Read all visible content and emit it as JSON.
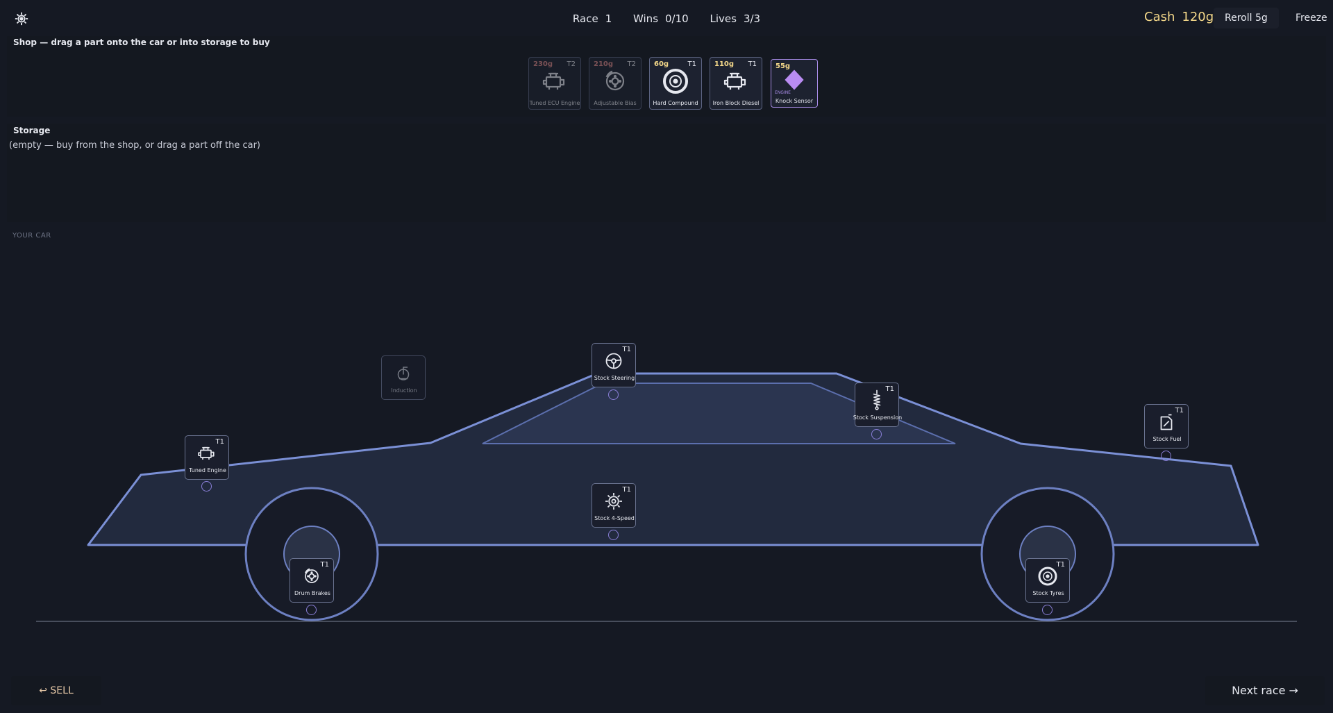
{
  "topbar": {
    "settings_icon": "gear-icon",
    "race_label": "Race",
    "race_value": "1",
    "wins_label": "Wins",
    "wins_value": "0/10",
    "lives_label": "Lives",
    "lives_value": "3/3",
    "cash_label": "Cash",
    "cash_value": "120g",
    "reroll_label": "Reroll 5g",
    "freeze_label": "Freeze"
  },
  "shop": {
    "title": "Shop — drag a part onto the car or into storage to buy",
    "items": [
      {
        "price": "230g",
        "tier": "T2",
        "name": "Tuned ECU Engine",
        "icon": "engine-icon",
        "affordable": false
      },
      {
        "price": "210g",
        "tier": "T2",
        "name": "Adjustable Bias",
        "icon": "brake-icon",
        "affordable": false
      },
      {
        "price": "60g",
        "tier": "T1",
        "name": "Hard Compound",
        "icon": "tyre-icon",
        "affordable": true
      },
      {
        "price": "110g",
        "tier": "T1",
        "name": "Iron Block Diesel",
        "icon": "engine-icon",
        "affordable": true
      },
      {
        "price": "55g",
        "tier": "",
        "name": "Knock Sensor",
        "category": "ENGINE",
        "icon": "diamond-icon",
        "affordable": true
      }
    ]
  },
  "storage": {
    "title": "Storage",
    "empty_text": "(empty — buy from the shop, or drag a part off the car)"
  },
  "car": {
    "label": "YOUR CAR",
    "slots": {
      "engine": {
        "name": "Tuned Engine",
        "tier": "T1",
        "icon": "engine-icon"
      },
      "induction": {
        "name": "Induction",
        "tier": "",
        "icon": "turbo-icon"
      },
      "steering": {
        "name": "Stock Steering",
        "tier": "T1",
        "icon": "steering-wheel-icon"
      },
      "suspension": {
        "name": "Stock Suspension",
        "tier": "T1",
        "icon": "spring-icon"
      },
      "fuel": {
        "name": "Stock Fuel",
        "tier": "T1",
        "icon": "fuel-can-icon"
      },
      "gearbox": {
        "name": "Stock 4-Speed",
        "tier": "T1",
        "icon": "gear-icon"
      },
      "brakes": {
        "name": "Drum Brakes",
        "tier": "T1",
        "icon": "brake-icon"
      },
      "tyres": {
        "name": "Stock Tyres",
        "tier": "T1",
        "icon": "tyre-icon"
      }
    }
  },
  "bottom": {
    "sell_label": "↩ SELL",
    "next_label": "Next race →"
  },
  "colors": {
    "background": "#151923",
    "car_outline": "#7b90d6",
    "car_fill": "#222a3e",
    "cash": "#f5d98a",
    "socket": "#8a7fd8",
    "special_border": "#a98de8"
  }
}
